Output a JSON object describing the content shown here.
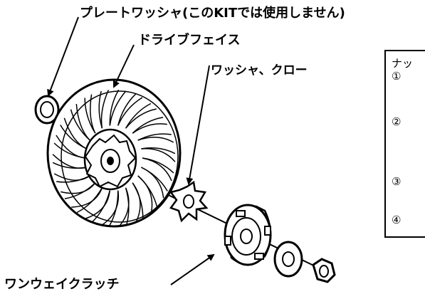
{
  "labels": {
    "plate_washer": "プレートワッシャ(このKITでは使用しません)",
    "drive_face": "ドライブフェイス",
    "washer_claw": "ワッシャ、クロー",
    "one_way_clutch": "ワンウェイクラッチ"
  },
  "panel": {
    "heading": "ナッ",
    "step1": "①",
    "step2": "②",
    "step3": "③",
    "step4": "④"
  }
}
